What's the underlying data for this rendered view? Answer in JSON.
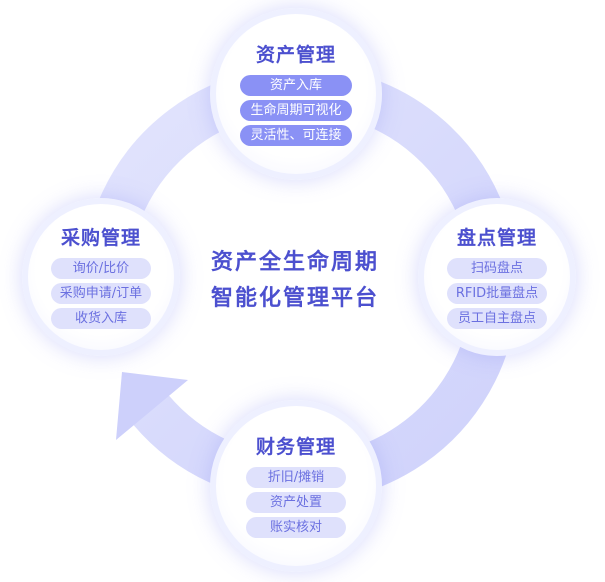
{
  "center_title": {
    "line1": "资产全生命周期",
    "line2": "智能化管理平台"
  },
  "nodes": {
    "asset": {
      "title": "资产管理",
      "items": [
        "资产入库",
        "生命周期可视化",
        "灵活性、可连接"
      ]
    },
    "procurement": {
      "title": "采购管理",
      "items": [
        "询价/比价",
        "采购申请/订单",
        "收货入库"
      ]
    },
    "inventory": {
      "title": "盘点管理",
      "items": [
        "扫码盘点",
        "RFID批量盘点",
        "员工自主盘点"
      ]
    },
    "finance": {
      "title": "财务管理",
      "items": [
        "折旧/摊销",
        "资产处置",
        "账实核对"
      ]
    }
  },
  "colors": {
    "ring": "#d6d9fc",
    "title": "#4c50cf",
    "pill": "#dfe1fc",
    "pill_strong": "#8a91f5"
  }
}
